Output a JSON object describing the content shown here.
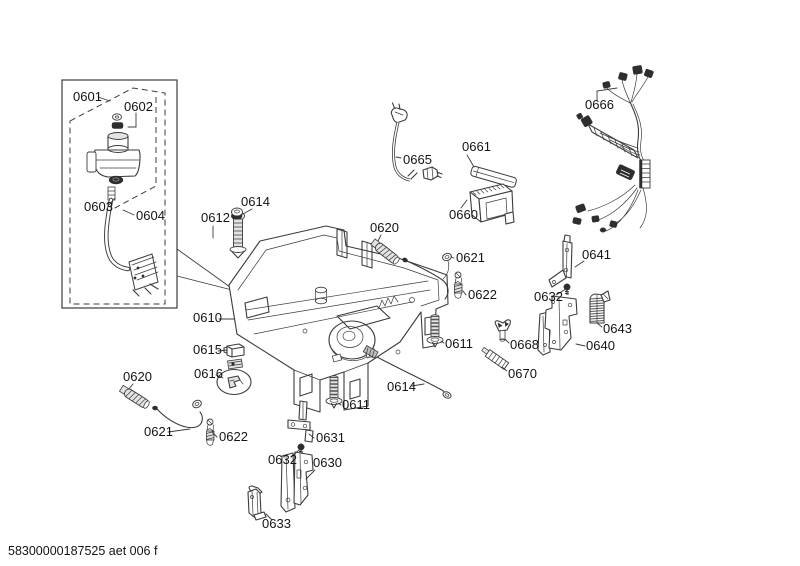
{
  "document": {
    "footer_code": "58300000187525 aet 006 f"
  },
  "colors": {
    "background": "#ffffff",
    "line": "#3c3c3c",
    "text": "#141414",
    "fill_light": "#e3e3e3",
    "fill_dark": "#2e2e2e"
  },
  "callouts": [
    {
      "ref": "0601"
    },
    {
      "ref": "0602"
    },
    {
      "ref": "0603"
    },
    {
      "ref": "0604"
    },
    {
      "ref": "0612"
    },
    {
      "ref": "0614"
    },
    {
      "ref": "0620"
    },
    {
      "ref": "0621"
    },
    {
      "ref": "0622"
    },
    {
      "ref": "0665"
    },
    {
      "ref": "0661"
    },
    {
      "ref": "0660"
    },
    {
      "ref": "0666"
    },
    {
      "ref": "0641"
    },
    {
      "ref": "0632"
    },
    {
      "ref": "0643"
    },
    {
      "ref": "0640"
    },
    {
      "ref": "0668"
    },
    {
      "ref": "0670"
    },
    {
      "ref": "0611"
    },
    {
      "ref": "0610"
    },
    {
      "ref": "0615"
    },
    {
      "ref": "0616"
    },
    {
      "ref": "0620"
    },
    {
      "ref": "0621"
    },
    {
      "ref": "0622"
    },
    {
      "ref": "0611"
    },
    {
      "ref": "0614"
    },
    {
      "ref": "0631"
    },
    {
      "ref": "0632"
    },
    {
      "ref": "0630"
    },
    {
      "ref": "0633"
    }
  ]
}
